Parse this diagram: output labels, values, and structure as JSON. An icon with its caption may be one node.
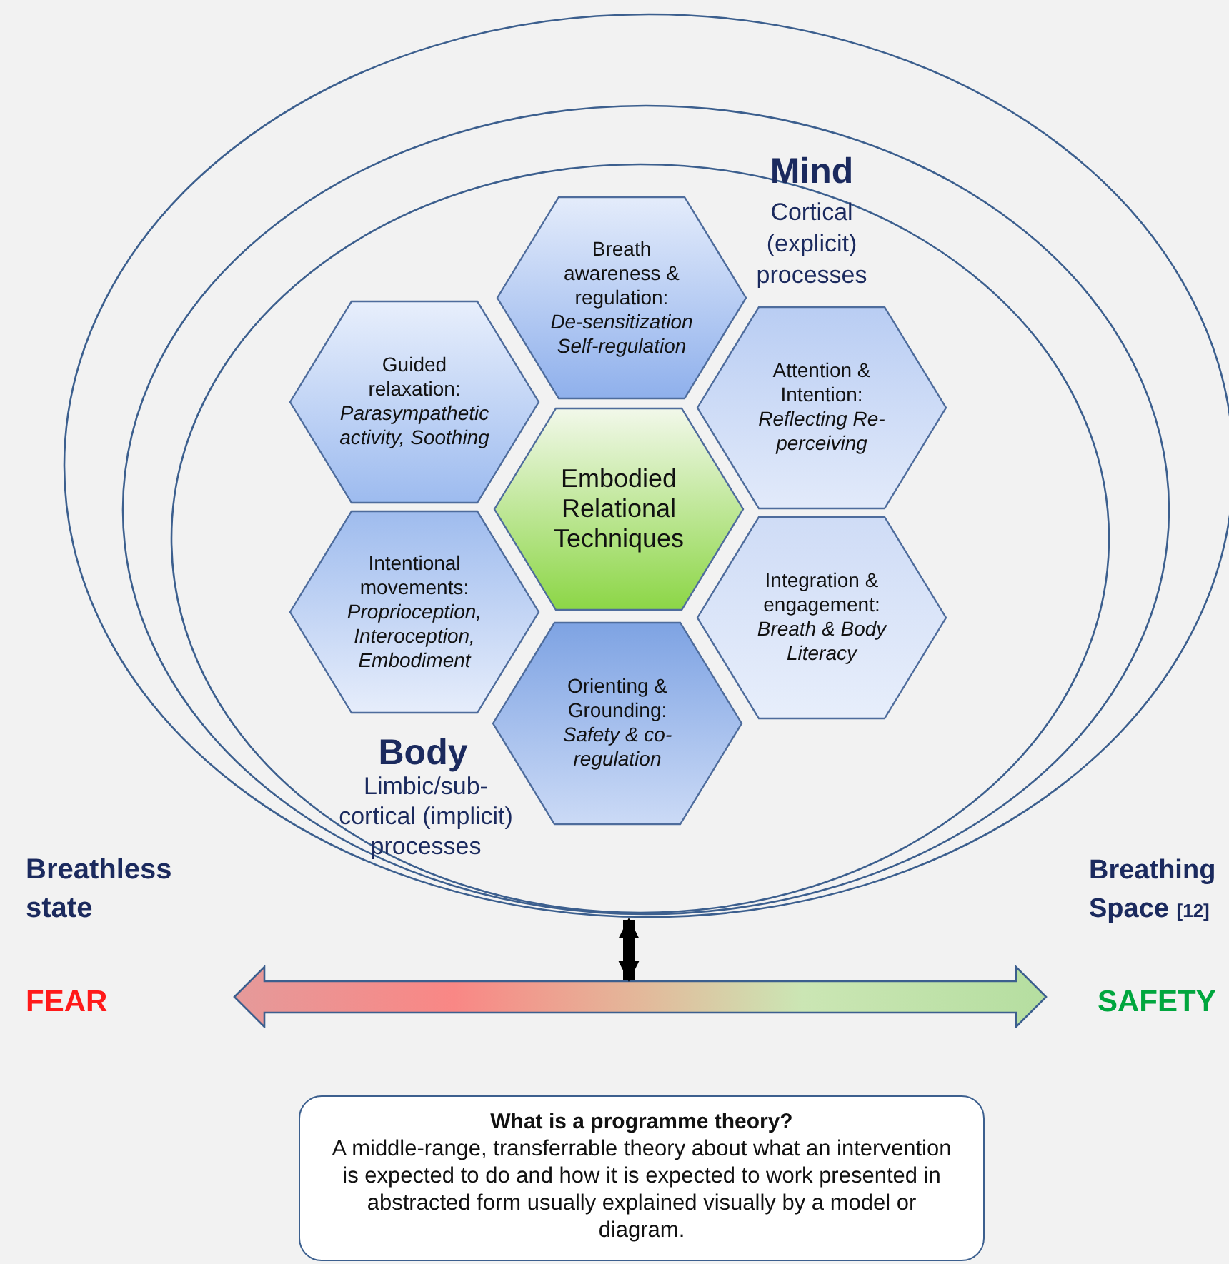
{
  "diagram": {
    "nodes": [
      {
        "text": [
          "Breath awareness & regulation:",
          "De-sensitization Self-regulation"
        ],
        "in": 9
      },
      {
        "text": [
          "Guided relaxation:",
          "Parasympathetic activity, Soothing"
        ],
        "in": 9
      },
      {
        "text": [
          "Attention & Intention:",
          "Reflecting Re-perceiving"
        ],
        "in": 9
      },
      {
        "text": [
          "Embodied Relational Techniques"
        ],
        "in": 9
      },
      {
        "text": [
          "Intentional movements:",
          "Proprioception, Interoception, Embodiment"
        ],
        "in": 9
      },
      {
        "text": [
          "Integration & engagement:",
          "Breath & Body Literacy"
        ],
        "in": 9
      },
      {
        "text": [
          "Orienting & Grounding:",
          "Safety & co-regulation"
        ],
        "in": 9
      },
      {
        "text": [],
        "shape": "ellipse"
      },
      {
        "text": [],
        "shape": "ellipse",
        "in": 7
      },
      {
        "text": [],
        "shape": "ellipse",
        "in": 8
      },
      {
        "text": [],
        "shape": "bar"
      },
      {
        "text": [
          "What is a programme theory?",
          "A middle-range, transferrable theory about what an intervention is expected to do and how it is expected to work presented in abstracted form usually explained visually by a model or diagram."
        ]
      }
    ],
    "edges": [
      {
        "from": 7,
        "to": 10,
        "arrow": "both"
      }
    ],
    "labels": [
      "Mind",
      "Cortical (explicit) processes",
      "Body",
      "Limbic/sub-cortical (implicit) processes",
      "Breathless state",
      "Breathing Space **[12]**",
      "FEAR",
      "SAFETY"
    ]
  }
}
